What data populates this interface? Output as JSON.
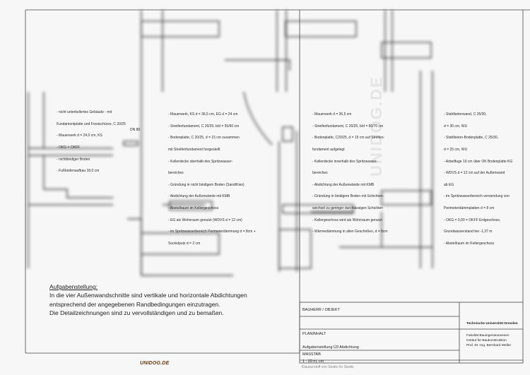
{
  "notes": {
    "col1": [
      "- nicht unterkellertes Gebäude - mit",
      "  Fundamentplatte und Frostschürze, C 20/25",
      "- Mauerwerk d = 24,0 cm, KS",
      "- OKG = OKFF",
      "- nichtbindiger Boden",
      "- Fußbodenaufbau 18,0 cm"
    ],
    "col2": [
      "- Mauerwerk, KS d = 36,5 cm, EG d = 24 cm",
      "- Streifenfundament, C 20/25, b/d = 55/60 cm",
      "- Bodenplatte, C 20/25, d = 15 cm zusammen",
      "  mit Streifenfundament hergestellt",
      "- Kellerdecke oberhalb des Spritzwasser-",
      "  bereiches",
      "- Gründung in nicht bindigem Boden (Sand/Kies)",
      "- Abdichtung der Außenwände mit KMB",
      "- Abstellraum im Kellergeschoss",
      "- EG als Wohnraum genutzt (WDVS d = 12 cm)",
      "- im Spritzwasserbereich Perimeterdämmung d = 8cm +",
      "  Sockelputz d = 2 cm"
    ],
    "col3": [
      "- Mauerwerk d = 36,5 cm",
      "- Streifenfundament, C 20/25, b/d = 60/70 cm",
      "- Bodenplatte, C20/25, d = 15 cm auf Streifen-",
      "  fundament aufgelegt",
      "- Kellerdecke innerhalb des Spritzwasser-",
      "  bereiches",
      "- Abdichtung der Außenwände mit KMB",
      "- Gründung in bindigem Boden mit Schichten-",
      "  wechsel zu geringer durchlässigen Schichten",
      "- Kellergeschoss wird als Wohnraum genutzt",
      "- Wärmedämmung in allen Geschoßen, d = 8cm"
    ],
    "col4": [
      "- Stahlbetonwand, C 25/30,",
      "  d = 30 cm, WU",
      "- Stahlbeton-Bodenplatte, C 25/30,",
      "  d = 25 cm, WU",
      "- Arbeitfuge 10 cm über OK Bodenplatte KG",
      "- WDVS d = 12 cm auf der Außenwand",
      "  ab EG",
      "- im Spritzwasserbereich verwendung von",
      "  Perimeterdämmplatten d = 8 cm",
      "- OKG = 0,00 = OKFF Erdgeschoss,",
      "  Grundwasserstand bei -1,37 m",
      "- Abstellraum im Kellergeschoss"
    ]
  },
  "dn_label": "DN 80",
  "task": {
    "title": "Aufgabenstellung:",
    "lines": [
      "In die vier Außenwandschnitte sind vertikale und horizontale Abdichtungen",
      "entsprechend der angegebenen Randbedingungen einzutragen.",
      "Die Detailzeichnungen sind zu vervollständigen und zu bemaßen."
    ]
  },
  "title_block": {
    "bauherr": "BAUHERR / OBJEKT",
    "planinhalt": "PLANINHALT",
    "planinhalt_value": "Aufgabenstellung Ü3 Abdichtung",
    "massstab": "MASSTAB",
    "massstab_value": "1 : 20 m, cm",
    "institution": "Technische Universität Dresden",
    "faculty_lines": [
      "Fakultät Bauingenieurwesen",
      "Institut für Baukonstruktion",
      "Prof. Dr.-Ing. Bernhard Weller"
    ],
    "footer": "Klausurstoff von Studis für Studis"
  },
  "logo": "UNIDOG.DE",
  "watermark": "UNIDOG.DE",
  "colors": {
    "line": "#333333",
    "frame": "#444444",
    "logo": "#6b3a12"
  }
}
